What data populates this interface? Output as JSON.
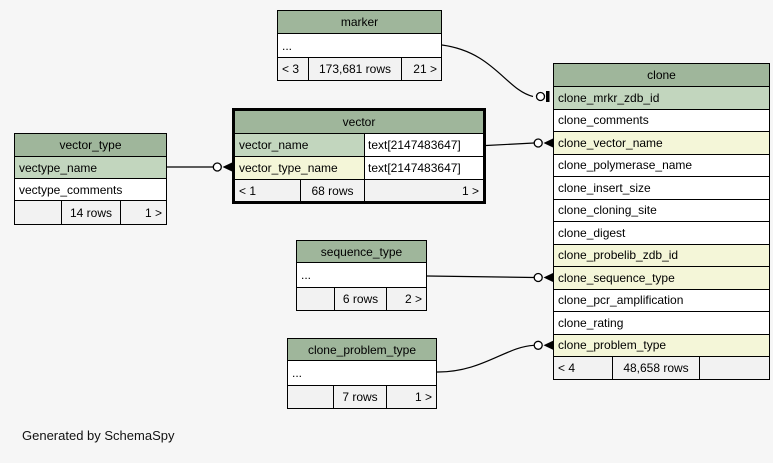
{
  "note": "Generated by SchemaSpy",
  "colors": {
    "background": "#f6f6f6",
    "table_header": "#9fb69b",
    "primary_key_row": "#c2d6be",
    "indexed_row": "#f4f6d8",
    "footer_row": "#f2f2f2",
    "line": "#000000"
  },
  "tables": {
    "marker": {
      "title": "marker",
      "rows": [
        {
          "name": "..."
        }
      ],
      "footer": {
        "left": "< 3",
        "center": "173,681 rows",
        "right": "21 >"
      }
    },
    "clone": {
      "title": "clone",
      "rows": [
        {
          "name": "clone_mrkr_zdb_id"
        },
        {
          "name": "clone_comments"
        },
        {
          "name": "clone_vector_name"
        },
        {
          "name": "clone_polymerase_name"
        },
        {
          "name": "clone_insert_size"
        },
        {
          "name": "clone_cloning_site"
        },
        {
          "name": "clone_digest"
        },
        {
          "name": "clone_probelib_zdb_id"
        },
        {
          "name": "clone_sequence_type"
        },
        {
          "name": "clone_pcr_amplification"
        },
        {
          "name": "clone_rating"
        },
        {
          "name": "clone_problem_type"
        }
      ],
      "footer": {
        "left": "< 4",
        "center": "48,658 rows",
        "right": ""
      }
    },
    "vector": {
      "title": "vector",
      "rows": [
        {
          "name": "vector_name",
          "type": "text[2147483647]"
        },
        {
          "name": "vector_type_name",
          "type": "text[2147483647]"
        }
      ],
      "footer": {
        "left": "< 1",
        "center": "68 rows",
        "right": "1 >"
      }
    },
    "vector_type": {
      "title": "vector_type",
      "rows": [
        {
          "name": "vectype_name"
        },
        {
          "name": "vectype_comments"
        }
      ],
      "footer": {
        "left": "",
        "center": "14 rows",
        "right": "1 >"
      }
    },
    "sequence_type": {
      "title": "sequence_type",
      "rows": [
        {
          "name": "..."
        }
      ],
      "footer": {
        "left": "",
        "center": "6 rows",
        "right": "2 >"
      }
    },
    "clone_problem_type": {
      "title": "clone_problem_type",
      "rows": [
        {
          "name": "..."
        }
      ],
      "footer": {
        "left": "",
        "center": "7 rows",
        "right": "1 >"
      }
    }
  },
  "relationships": [
    {
      "from": "marker",
      "to": "clone.clone_mrkr_zdb_id"
    },
    {
      "from": "vector.vector_name",
      "to": "clone.clone_vector_name"
    },
    {
      "from": "vector_type.vectype_name",
      "to": "vector.vector_type_name"
    },
    {
      "from": "sequence_type",
      "to": "clone.clone_sequence_type"
    },
    {
      "from": "clone_problem_type",
      "to": "clone.clone_problem_type"
    }
  ]
}
